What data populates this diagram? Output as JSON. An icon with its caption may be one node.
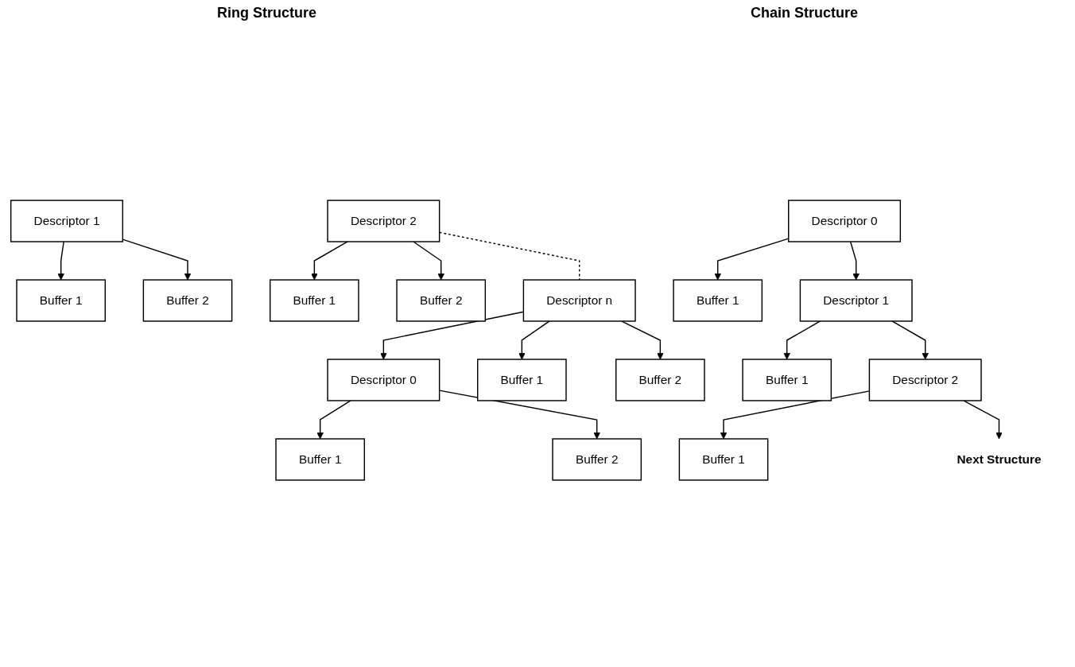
{
  "diagram": {
    "nodes": [
      {
        "text": [
          "Descriptor 0"
        ]
      },
      {
        "text": [
          "Buffer 1"
        ]
      },
      {
        "text": [
          "Buffer 2"
        ]
      },
      {
        "text": [
          "Descriptor 1"
        ]
      },
      {
        "text": [
          "Buffer 1"
        ]
      },
      {
        "text": [
          "Buffer 2"
        ]
      },
      {
        "text": [
          "Descriptor 2"
        ]
      },
      {
        "text": [
          "Buffer 1"
        ]
      },
      {
        "text": [
          "Buffer 2"
        ]
      },
      {
        "text": [
          "Descriptor n"
        ]
      },
      {
        "text": [
          "Buffer 1"
        ]
      },
      {
        "text": [
          "Buffer 2"
        ]
      },
      {
        "text": [
          "Descriptor 0"
        ]
      },
      {
        "text": [
          "Buffer 1"
        ]
      },
      {
        "text": [
          "Descriptor 1"
        ]
      },
      {
        "text": [
          "Buffer 1"
        ]
      },
      {
        "text": [
          "Descriptor 2"
        ]
      },
      {
        "text": [
          "Buffer 1"
        ]
      },
      {
        "text": [
          "Next Structure"
        ]
      }
    ],
    "edges": [
      {
        "from": 0,
        "to": 1,
        "arrow": "to"
      },
      {
        "from": 0,
        "to": 2,
        "arrow": "to"
      },
      {
        "from": 3,
        "to": 4,
        "arrow": "to"
      },
      {
        "from": 3,
        "to": 5,
        "arrow": "to"
      },
      {
        "from": 6,
        "to": 7,
        "arrow": "to"
      },
      {
        "from": 6,
        "to": 8,
        "arrow": "to"
      },
      {
        "from": 9,
        "to": 10,
        "arrow": "to"
      },
      {
        "from": 9,
        "to": 11,
        "arrow": "to"
      },
      {
        "from": 9,
        "to": 0,
        "arrow": "to"
      },
      {
        "from": 6,
        "to": 9,
        "arrow": "none",
        "style": "dashed"
      },
      {
        "from": 12,
        "to": 13,
        "arrow": "to"
      },
      {
        "from": 12,
        "to": 14,
        "arrow": "to"
      },
      {
        "from": 14,
        "to": 15,
        "arrow": "to"
      },
      {
        "from": 14,
        "to": 16,
        "arrow": "to"
      },
      {
        "from": 16,
        "to": 17,
        "arrow": "to"
      },
      {
        "from": 16,
        "to": 18,
        "arrow": "to"
      }
    ],
    "labels": [
      "Ring Structure",
      "Chain Structure"
    ]
  }
}
